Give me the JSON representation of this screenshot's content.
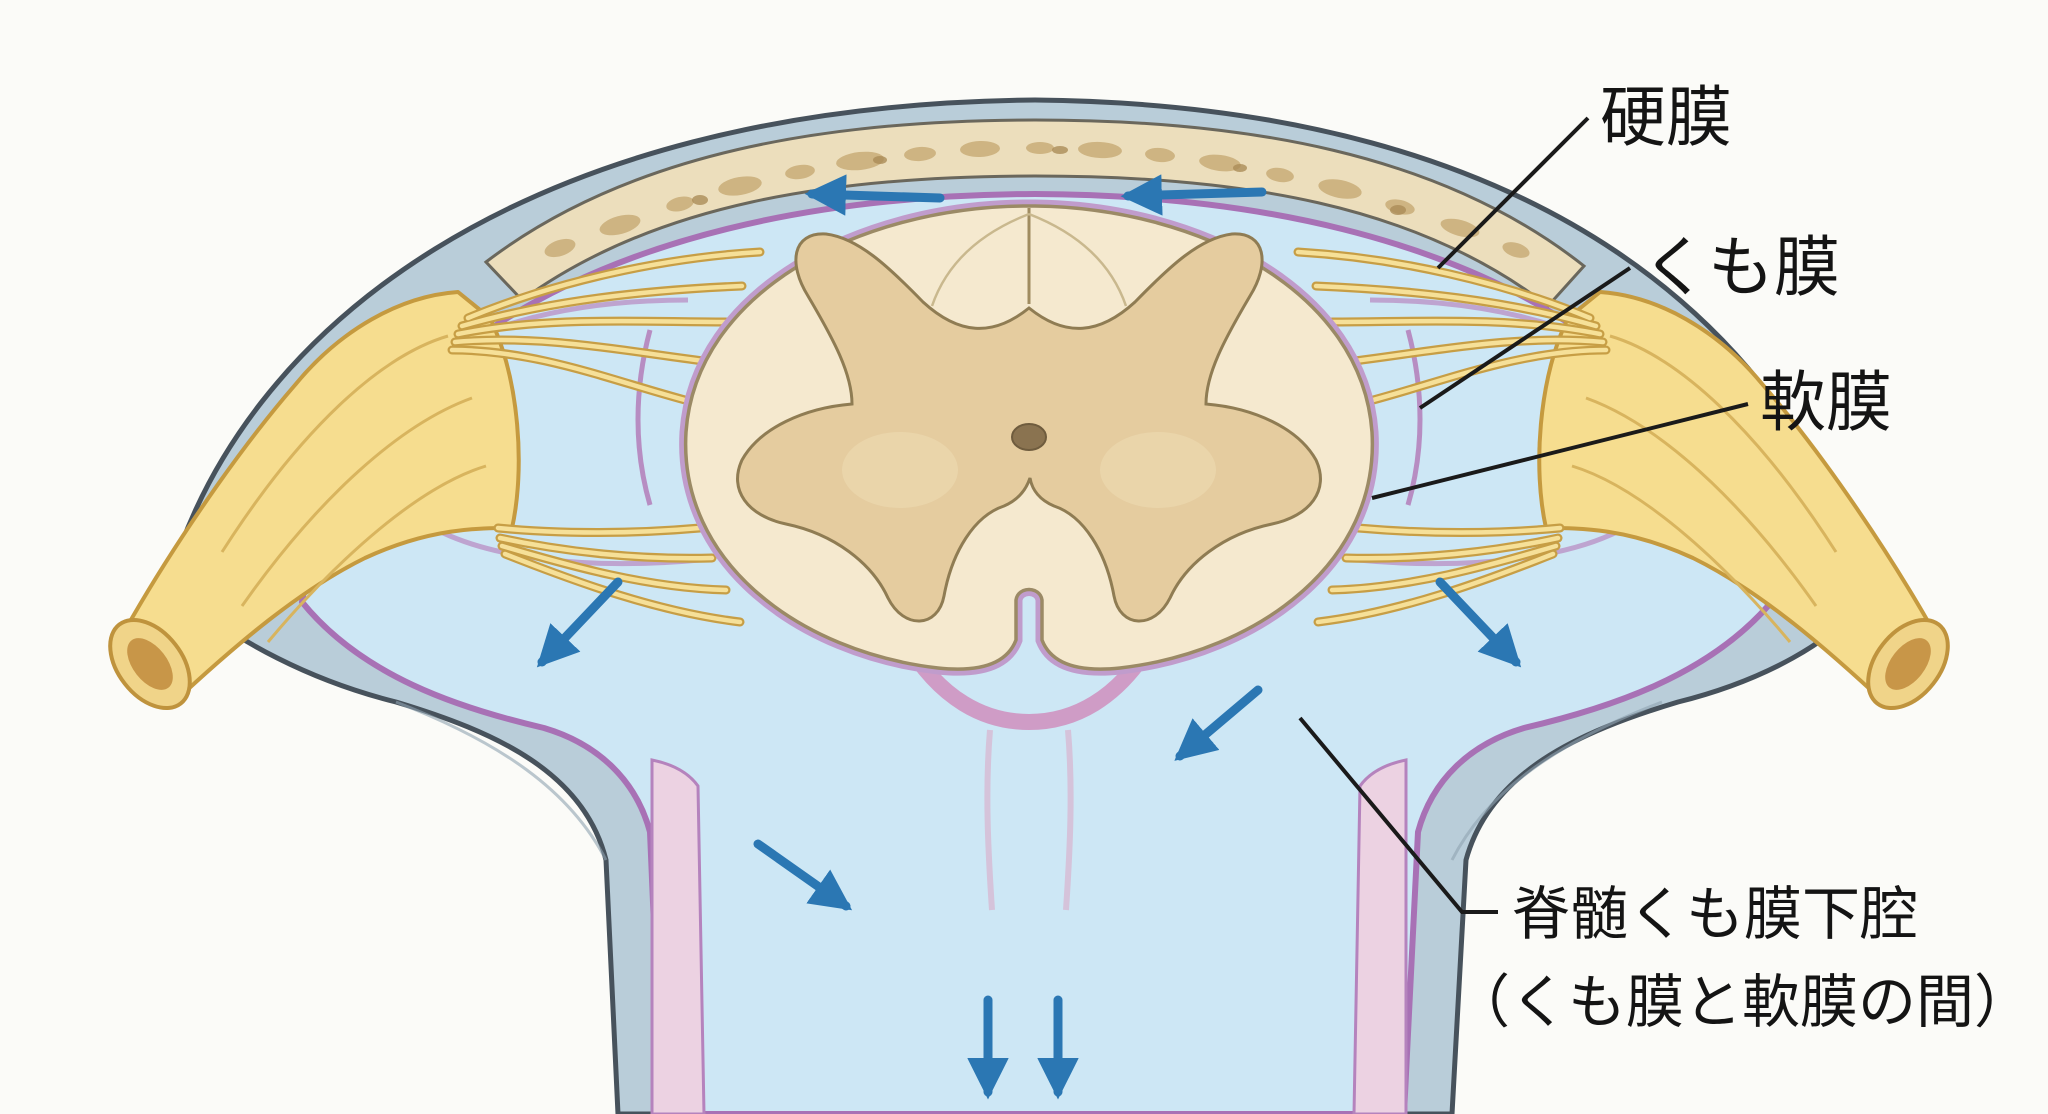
{
  "labels": {
    "dura": "硬膜",
    "arachnoid": "くも膜",
    "pia": "軟膜",
    "subarachnoid_line1": "脊髄くも膜下腔",
    "subarachnoid_line2": "（くも膜と軟膜の間）"
  },
  "colors": {
    "background": "#fbfbf8",
    "dura_layer": "#b9cdd9",
    "bone": "#ecdebc",
    "bone_speckle": "#c9ad79",
    "csf": "#cde7f5",
    "arachnoid_line": "#a871b5",
    "pink_lining": "#ecd2e2",
    "white_matter": "#f5e9cf",
    "gray_matter": "#e5cc9f",
    "central_canal": "#8a7350",
    "nerve_root": "#f6dd8f",
    "flow_arrow": "#2b77b3",
    "label_text": "#141414"
  }
}
